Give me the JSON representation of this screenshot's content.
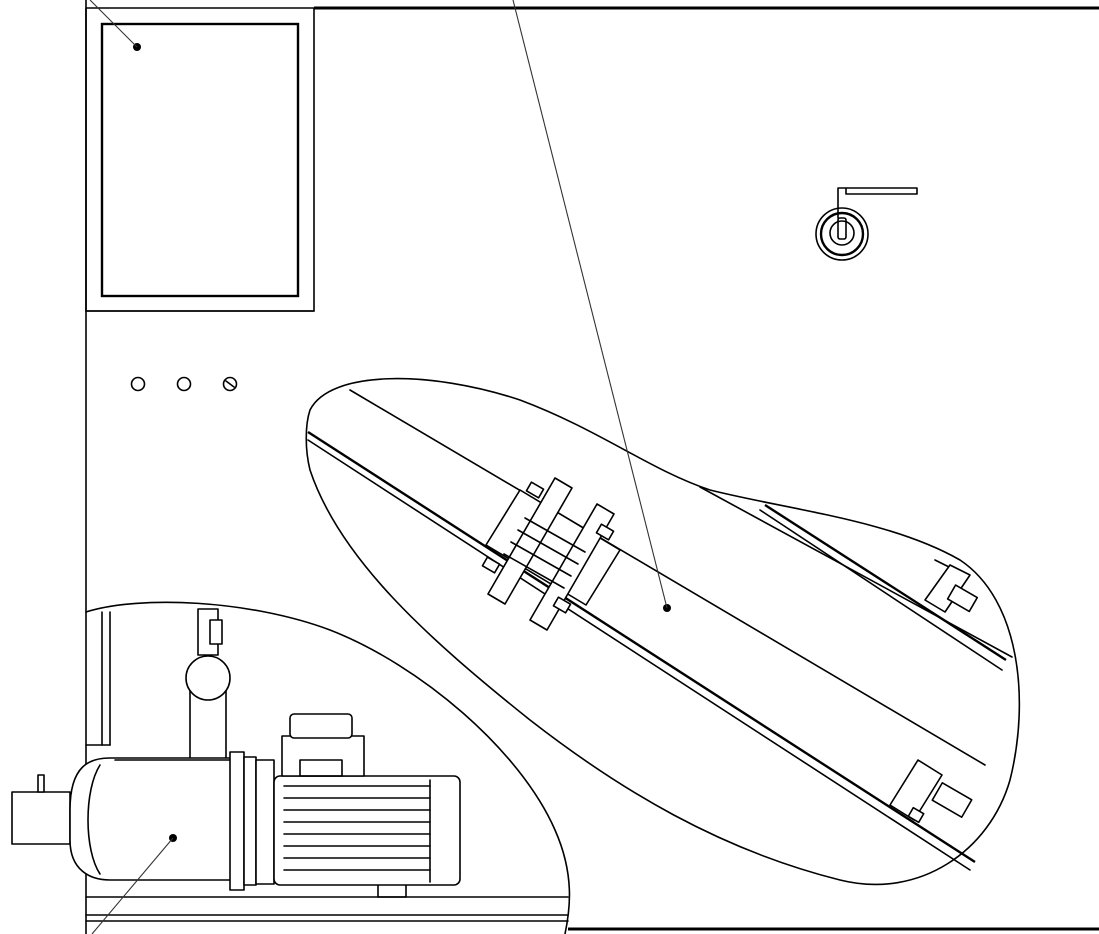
{
  "drawing": {
    "line_color": "#000000",
    "background": "#ffffff",
    "components": [
      "control-panel",
      "indicator-lights",
      "ball-valve",
      "pipe-detail-view",
      "pump-detail-view",
      "electric-motor",
      "leader-lines"
    ]
  }
}
